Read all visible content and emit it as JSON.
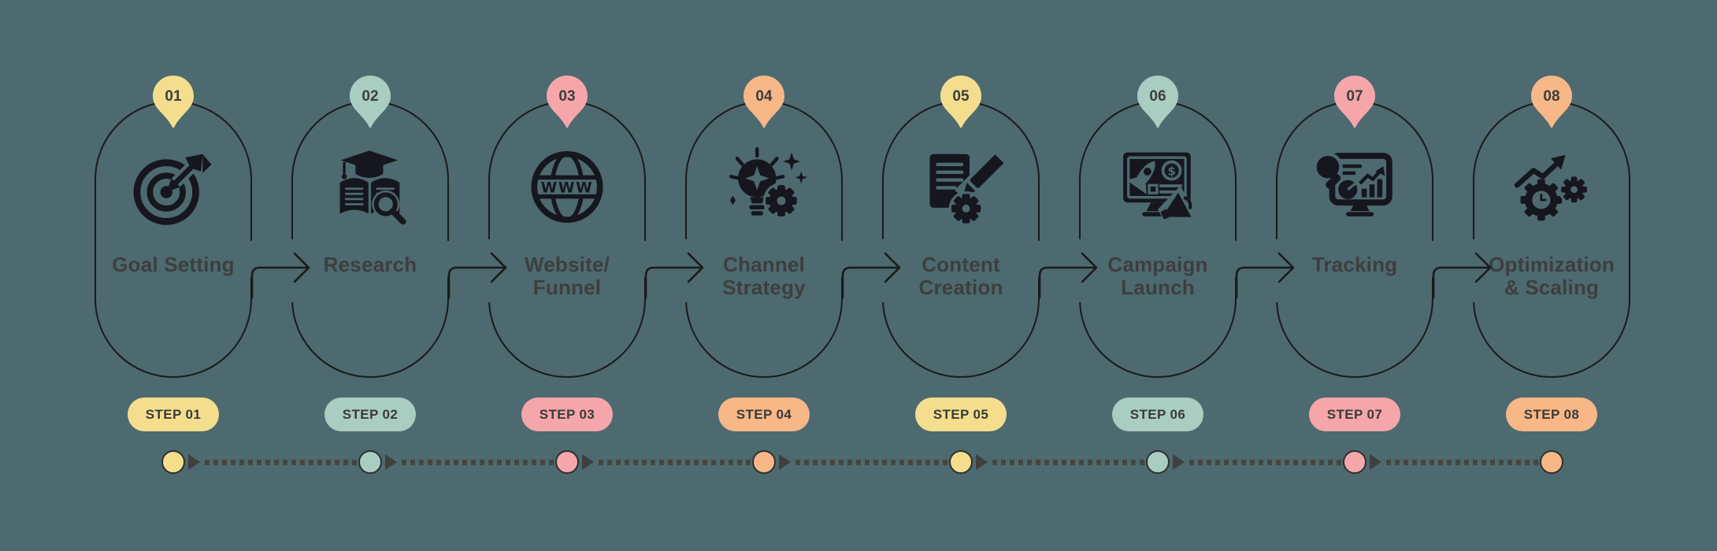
{
  "colors": {
    "background": "#4C6A70",
    "outline": "#1A1A1A",
    "icon_black": "#16161E",
    "label_text": "#3E3E3E",
    "timeline_dotted_line": "#45453E",
    "yellow": "#F4DE8E",
    "green": "#A9CDC1",
    "pink": "#F4A6AA",
    "orange": "#F7B786"
  },
  "steps": [
    {
      "number": "01",
      "lines": [
        "Goal Setting"
      ],
      "step_label": "STEP 01",
      "color": "#F4DE8E",
      "icon": "target-dart-icon"
    },
    {
      "number": "02",
      "lines": [
        "Research"
      ],
      "step_label": "STEP 02",
      "color": "#A9CDC1",
      "icon": "book-graduation-magnifier-icon"
    },
    {
      "number": "03",
      "lines": [
        "Website/",
        "Funnel"
      ],
      "step_label": "STEP 03",
      "color": "#F4A6AA",
      "icon": "www-globe-icon"
    },
    {
      "number": "04",
      "lines": [
        "Channel",
        "Strategy"
      ],
      "step_label": "STEP 04",
      "color": "#F7B786",
      "icon": "lightbulb-gear-icon"
    },
    {
      "number": "05",
      "lines": [
        "Content",
        "Creation"
      ],
      "step_label": "STEP 05",
      "color": "#F4DE8E",
      "icon": "document-pencil-gear-icon"
    },
    {
      "number": "06",
      "lines": [
        "Campaign",
        "Launch"
      ],
      "step_label": "STEP 06",
      "color": "#A9CDC1",
      "icon": "monitor-rocket-megaphone-icon"
    },
    {
      "number": "07",
      "lines": [
        "Tracking"
      ],
      "step_label": "STEP 07",
      "color": "#F4A6AA",
      "icon": "monitor-analytics-magnifier-icon"
    },
    {
      "number": "08",
      "lines": [
        "Optimization",
        "& Scaling"
      ],
      "step_label": "STEP 08",
      "color": "#F7B786",
      "icon": "gears-growth-arrow-clock-icon"
    }
  ]
}
